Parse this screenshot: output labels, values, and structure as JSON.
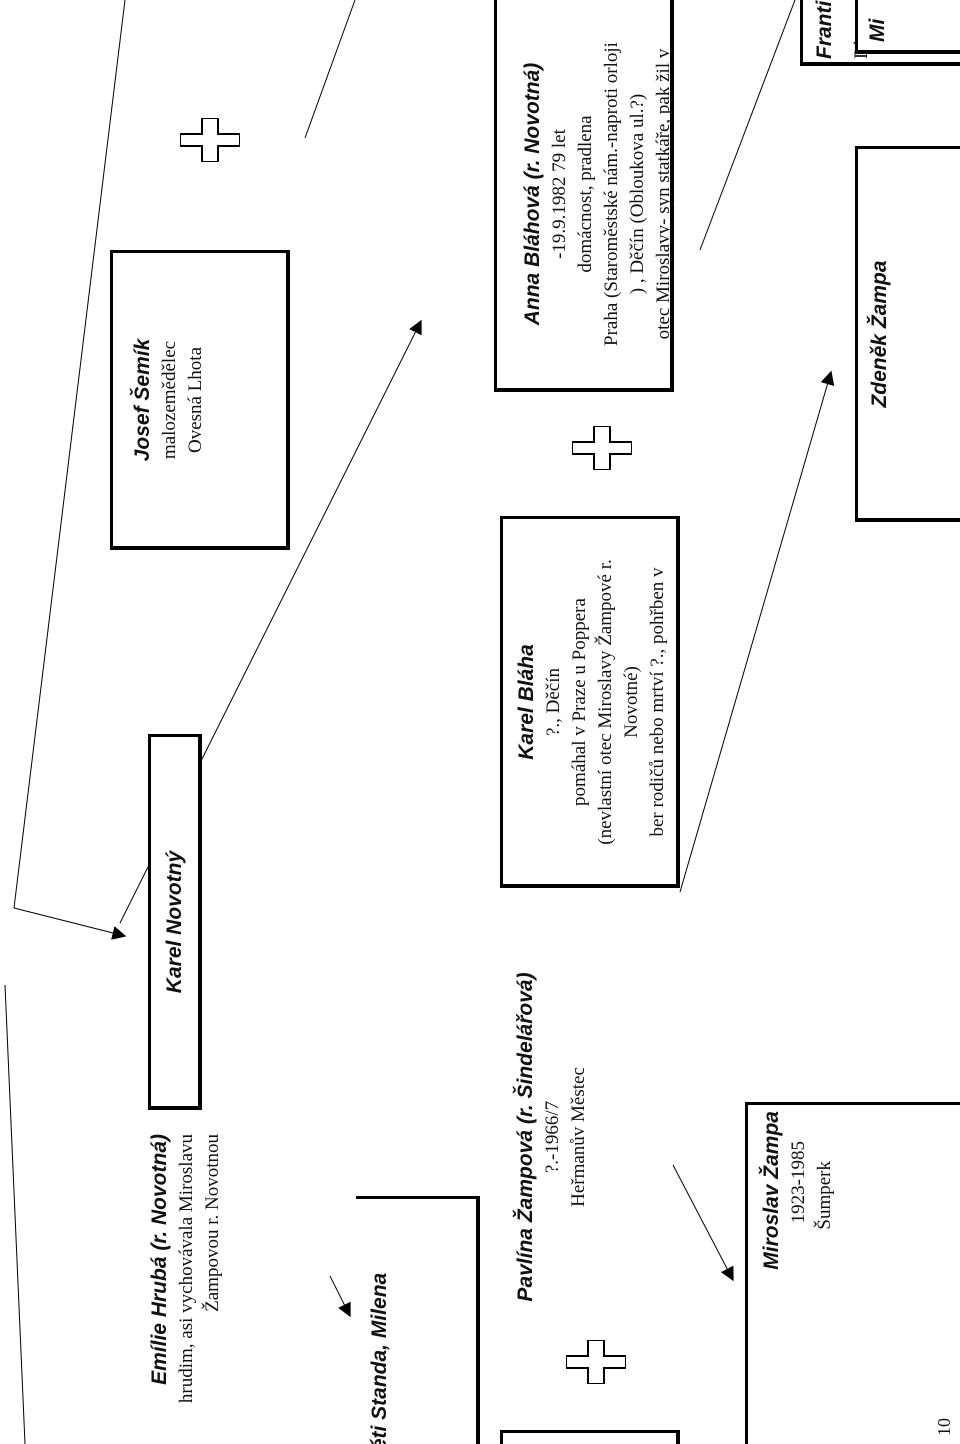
{
  "page_number": "10",
  "persons": {
    "emilie": {
      "name": "Emílie Hrubá (r. Novotná)",
      "lines": [
        "hrudim, asi vychovávala Miroslavu",
        "Žampovou r. Novotnou"
      ]
    },
    "karel_novotny": {
      "name": "Karel Novotný",
      "lines": []
    },
    "josef_semik": {
      "name": "Josef Šemík",
      "lines": [
        "malozemědělec",
        "Ovesná Lhota"
      ]
    },
    "franti": {
      "name": "Franti",
      "lines": [
        "Dl"
      ]
    },
    "deti": {
      "name": "děti Standa, Milena",
      "lines": []
    },
    "pavlina": {
      "name": "Pavlína Žampová (r. Šindelářová)",
      "lines": [
        "?.-1966/7",
        "Heřmanův Městec"
      ]
    },
    "karel_blaha": {
      "name": "Karel Bláha",
      "lines": [
        "?., Děčín",
        "pomáhal v Praze u Poppera",
        "(nevlastní otec Miroslavy Žampové r.",
        "Novotné)",
        "ber rodičů nebo mrtví ?., pohřben v"
      ]
    },
    "anna_blahova": {
      "name": "Anna Bláhová (r. Novotná)",
      "lines": [
        "-19.9.1982 79 let",
        "domácnost, pradlena",
        "Praha (Staroměstské nám.-naproti orloji",
        ") , Děčín (Obloukova ul.?)",
        "otec Miroslavy- syn statkáře, pak žil v"
      ]
    },
    "miroslav": {
      "name": "Miroslav Žampa",
      "lines": [
        "1923-1985",
        "Šumperk"
      ]
    },
    "zdenek": {
      "name": "Zdeněk Žampa",
      "lines": []
    },
    "mi": {
      "name": "Mi",
      "lines": []
    }
  }
}
